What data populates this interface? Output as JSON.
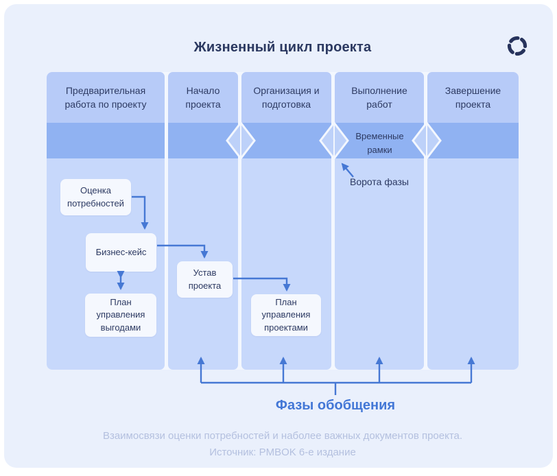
{
  "page": {
    "title": "Жизненный цикл проекта",
    "footer_line1": "Взаимосвязи оценки потребностей и наболее важных документов проекта.",
    "footer_line2": "Источник: PMBOK 6-е издание"
  },
  "lifecycle": {
    "columns": [
      {
        "label": "Предварительная работа по проекту"
      },
      {
        "label": "Начало проекта"
      },
      {
        "label": "Организация и подготовка"
      },
      {
        "label": "Выполнение работ"
      },
      {
        "label": "Завершение проекта"
      }
    ],
    "timeline_label": "Временные рамки",
    "gate_label": "Ворота фазы",
    "phases_label": "Фазы обобщения",
    "gates_count": 3
  },
  "documents": [
    {
      "label": "Оценка потребностей"
    },
    {
      "label": "Бизнес-кейс"
    },
    {
      "label": "План управления выгодами"
    },
    {
      "label": "Устав проекта"
    },
    {
      "label": "План управления проектами"
    }
  ],
  "flows": [
    "Оценка потребностей → Бизнес-кейс",
    "Бизнес-кейс ↔ План управления выгодами",
    "Бизнес-кейс → Устав проекта",
    "Устав проекта → План управления проектами"
  ],
  "colors": {
    "page_bg": "#EAF0FC",
    "header_strip": "#B7CBF8",
    "timeline_band": "#90B2F2",
    "column_body": "#C7D8FB",
    "doc_box": "#F5F8FE",
    "navy_text": "#2D3A62",
    "arrow_blue": "#4678D4",
    "phases_blue": "#4377D6",
    "footer_text": "#B4C0DF",
    "logo_navy": "#27335C"
  }
}
